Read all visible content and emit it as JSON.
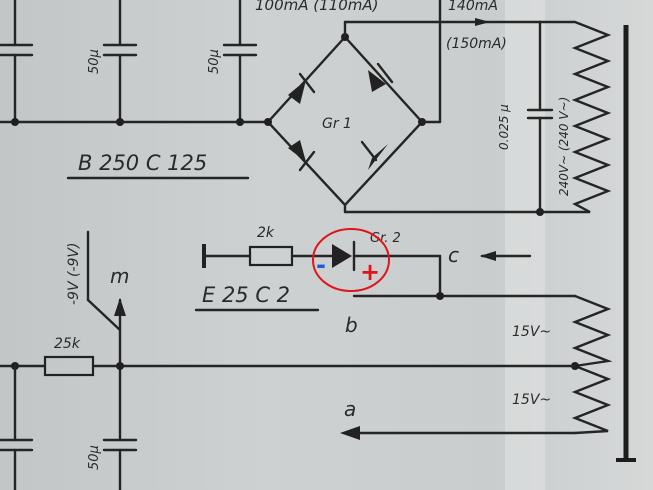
{
  "schematic": {
    "top_current": "100mA (110mA)",
    "top_right_current": "140mA",
    "top_right_current_alt": "(150mA)",
    "cap_left_1": "50µ",
    "cap_left_2": "50µ",
    "bridge_label": "Gr 1",
    "bridge_part": "B 250 C 125",
    "cap_small": "0.025 µ",
    "transformer_winding_hv": "240V~ (240 V~)",
    "resistor_2k": "2k",
    "diode2_label": "Gr. 2",
    "diode2_part": "E 25 C 2",
    "terminal_c": "c",
    "terminal_b": "b",
    "terminal_a": "a",
    "terminal_m": "m",
    "bias_voltage": "-9V (-9V)",
    "resistor_25k": "25k",
    "cap_bottom": "50µ",
    "winding_15v_1": "15V~",
    "winding_15v_2": "15V~"
  },
  "annotations": {
    "minus_mark": "-",
    "plus_mark": "+",
    "circle_color": "#e0141b",
    "minus_color": "#1a5fd6",
    "plus_color": "#e0141b"
  }
}
